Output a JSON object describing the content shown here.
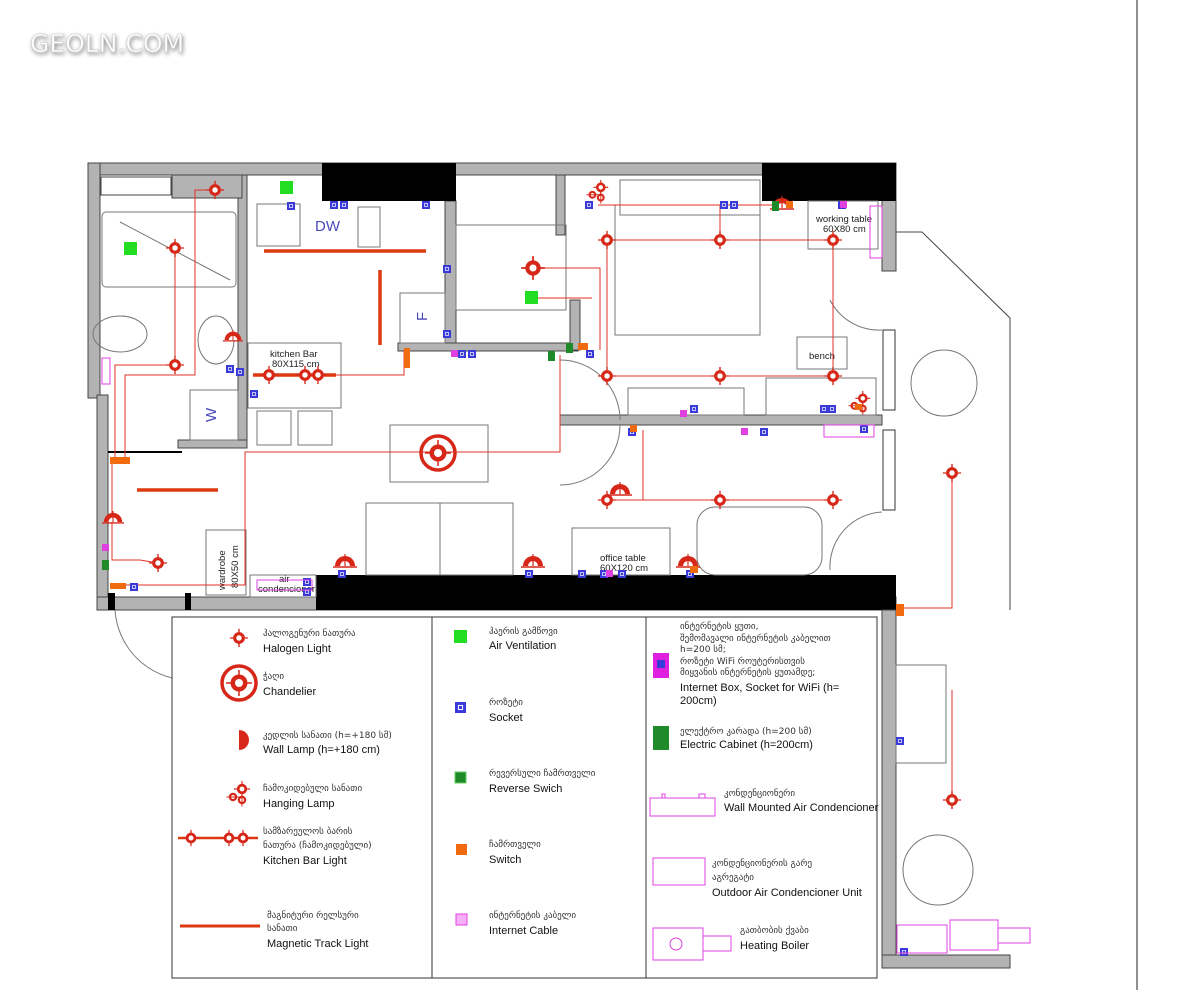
{
  "watermark": "GEOLN.COM",
  "colors": {
    "light": "#d62718",
    "track": "#dd3a10",
    "ventilation": "#22dd22",
    "socket": "#3a3ad8",
    "reverse_switch": "#1e8a2a",
    "switch": "#f06a10",
    "internet": "#e040e0",
    "wall": "#b3b3b3"
  },
  "plan_labels": {
    "dw": "DW",
    "fridge": "F",
    "washer": "W",
    "kitchen_bar": "kitchen  Bar",
    "kitchen_bar_size": "80X115 cm",
    "wardrobe": "wardrobe",
    "wardrobe_size": "80X50 cm",
    "air": "air",
    "condencioner": "condencioner",
    "working_table": "working table",
    "working_table_size": "60X80 cm",
    "bench": "bench",
    "office_table": "office table",
    "office_table_size": "60X120 cm"
  },
  "legend": {
    "halogen": {
      "ka": "ჰალოგენური ნათურა",
      "en": "Halogen Light"
    },
    "chandelier": {
      "ka": "ჭაღი",
      "en": "Chandelier"
    },
    "wall_lamp": {
      "ka": "კედლის სანათი  (h=+180 სმ)",
      "en": "Wall Lamp    (h=+180 cm)"
    },
    "hanging_lamp": {
      "ka": "ჩამოკიდებული სანათი",
      "en": "Hanging Lamp"
    },
    "kitchen_bar_light": {
      "ka1": "სამზარეულოს ბარის",
      "ka2": "ნათურა (ჩამოკიდებული)",
      "en": "Kitchen Bar Light"
    },
    "track_light": {
      "ka1": "მაგნიტური რელსური",
      "ka2": "სანათი",
      "en": "Magnetic Track Light"
    },
    "air_ventilation": {
      "ka": "ჰაერის გამწოვი",
      "en": "Air Ventilation"
    },
    "socket": {
      "ka": "როზეტი",
      "en": "Socket"
    },
    "reverse_switch": {
      "ka": "რევერსული ჩამრთველი",
      "en": "Reverse Swich"
    },
    "switch": {
      "ka": "ჩამრთველი",
      "en": "Switch"
    },
    "internet_cable": {
      "ka": "ინტერნეტის კაბელი",
      "en": "Internet Cable"
    },
    "internet_box": {
      "ka1": "ინტერნეტის ყუთი,",
      "ka2": "შემომავალი ინტერნეტის კაბელით",
      "ka3": "h=200 სმ;",
      "ka4": "როზეტი  WiFi  როუტერისთვის",
      "ka5": "მიყვანის ინტერნეტის ყუთამდე;",
      "en1": "Internet Box, Socket for WiFi  (h=",
      "en2": "200cm)"
    },
    "electric_cabinet": {
      "ka": "ელექტრო კარადა (h=200 სმ)",
      "en": "Electric Cabinet (h=200cm)"
    },
    "wall_ac": {
      "ka": "კონდენციონერი",
      "en": "Wall Mounted Air Condencioner"
    },
    "outdoor_ac": {
      "ka1": "კონდენციონერის გარე",
      "ka2": "აგრეგატი",
      "en": "Outdoor Air Condencioner Unit"
    },
    "boiler": {
      "ka": "გათბობის ქვაბი",
      "en": "Heating Boiler"
    }
  }
}
